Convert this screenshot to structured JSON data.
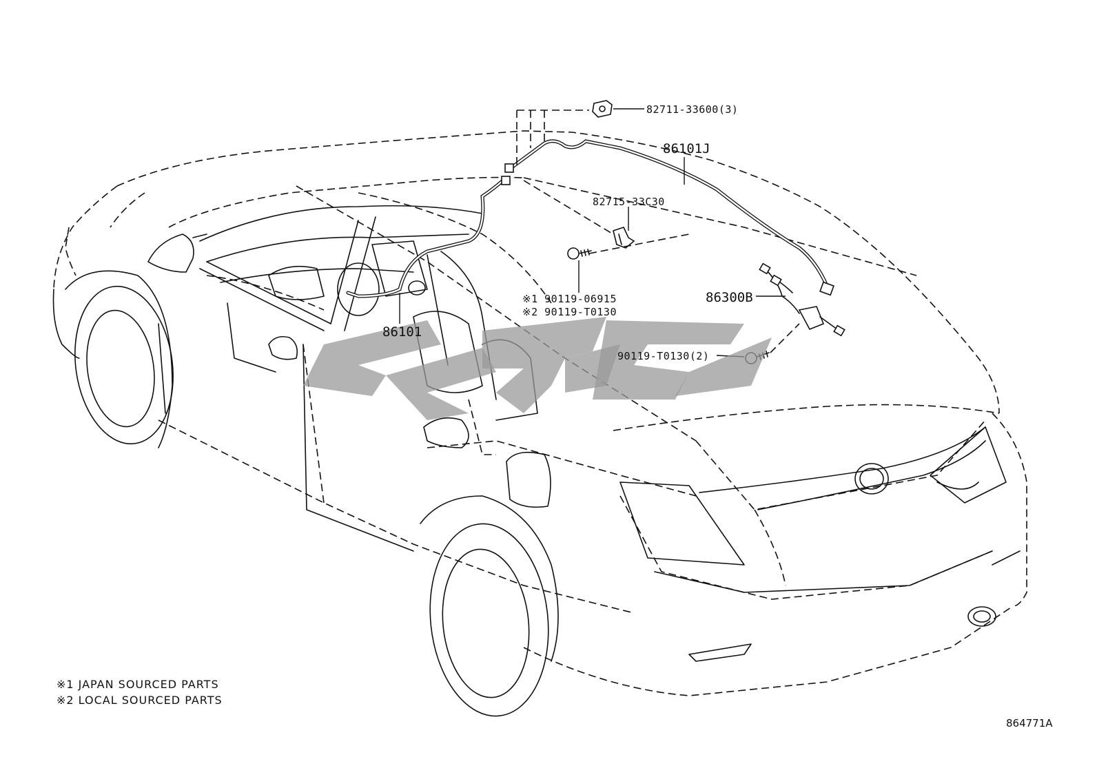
{
  "parts": {
    "clamp_82711": "82711-33600(3)",
    "antenna_cable_roof": "86101J",
    "clamp_82715": "82715-33C30",
    "antenna_cable_front": "86101",
    "amplifier_86300": "86300B",
    "screw_japan": "※1 90119-06915",
    "screw_local": "※2 90119-T0130",
    "screw_amp": "90119-T0130(2)"
  },
  "legend": {
    "note_1": "※1 JAPAN SOURCED PARTS",
    "note_2": "※2 LOCAL SOURCED PARTS"
  },
  "diagram_code": "864771A",
  "colors": {
    "ink": "#111111",
    "watermark": "#9a9a9a",
    "background": "#ffffff"
  }
}
